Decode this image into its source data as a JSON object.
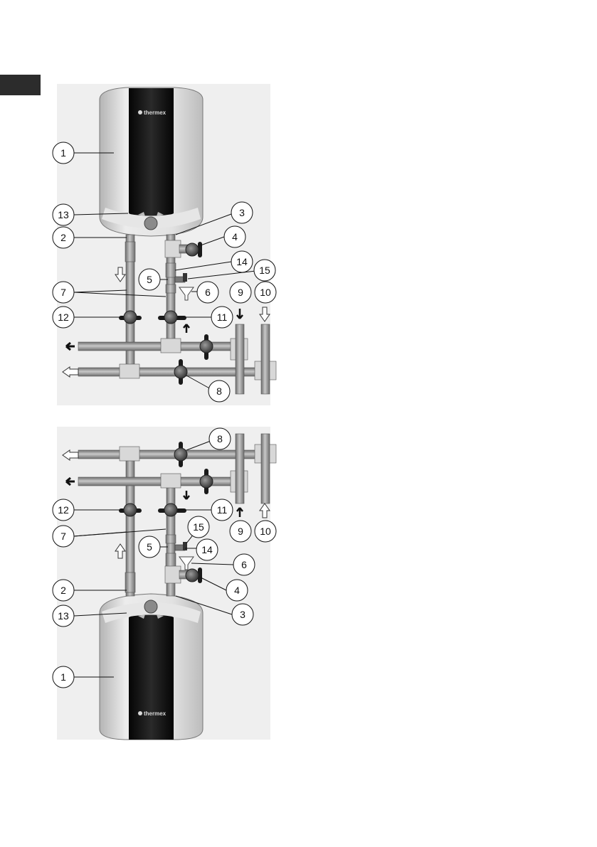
{
  "brand": "thermex",
  "colors": {
    "background": "#ffffff",
    "side_tab": "#2c2c2c",
    "heater_body": "#dcdcdc",
    "heater_front_panel": "#161616",
    "pipe": "#a8a8a8",
    "pipe_edge": "#555555",
    "valve_handle": "#1a1a1a",
    "callout_stroke": "#111111"
  },
  "top_diagram": {
    "callouts": [
      "1",
      "13",
      "2",
      "3",
      "4",
      "14",
      "5",
      "15",
      "7",
      "6",
      "9",
      "10",
      "12",
      "11",
      "8"
    ]
  },
  "bottom_diagram": {
    "callouts": [
      "8",
      "12",
      "11",
      "7",
      "15",
      "5",
      "14",
      "6",
      "9",
      "10",
      "2",
      "4",
      "13",
      "3",
      "1"
    ]
  },
  "flow_arrows": {
    "hot_water": "solid-black-arrow",
    "cold_water": "hollow-outline-arrow"
  }
}
